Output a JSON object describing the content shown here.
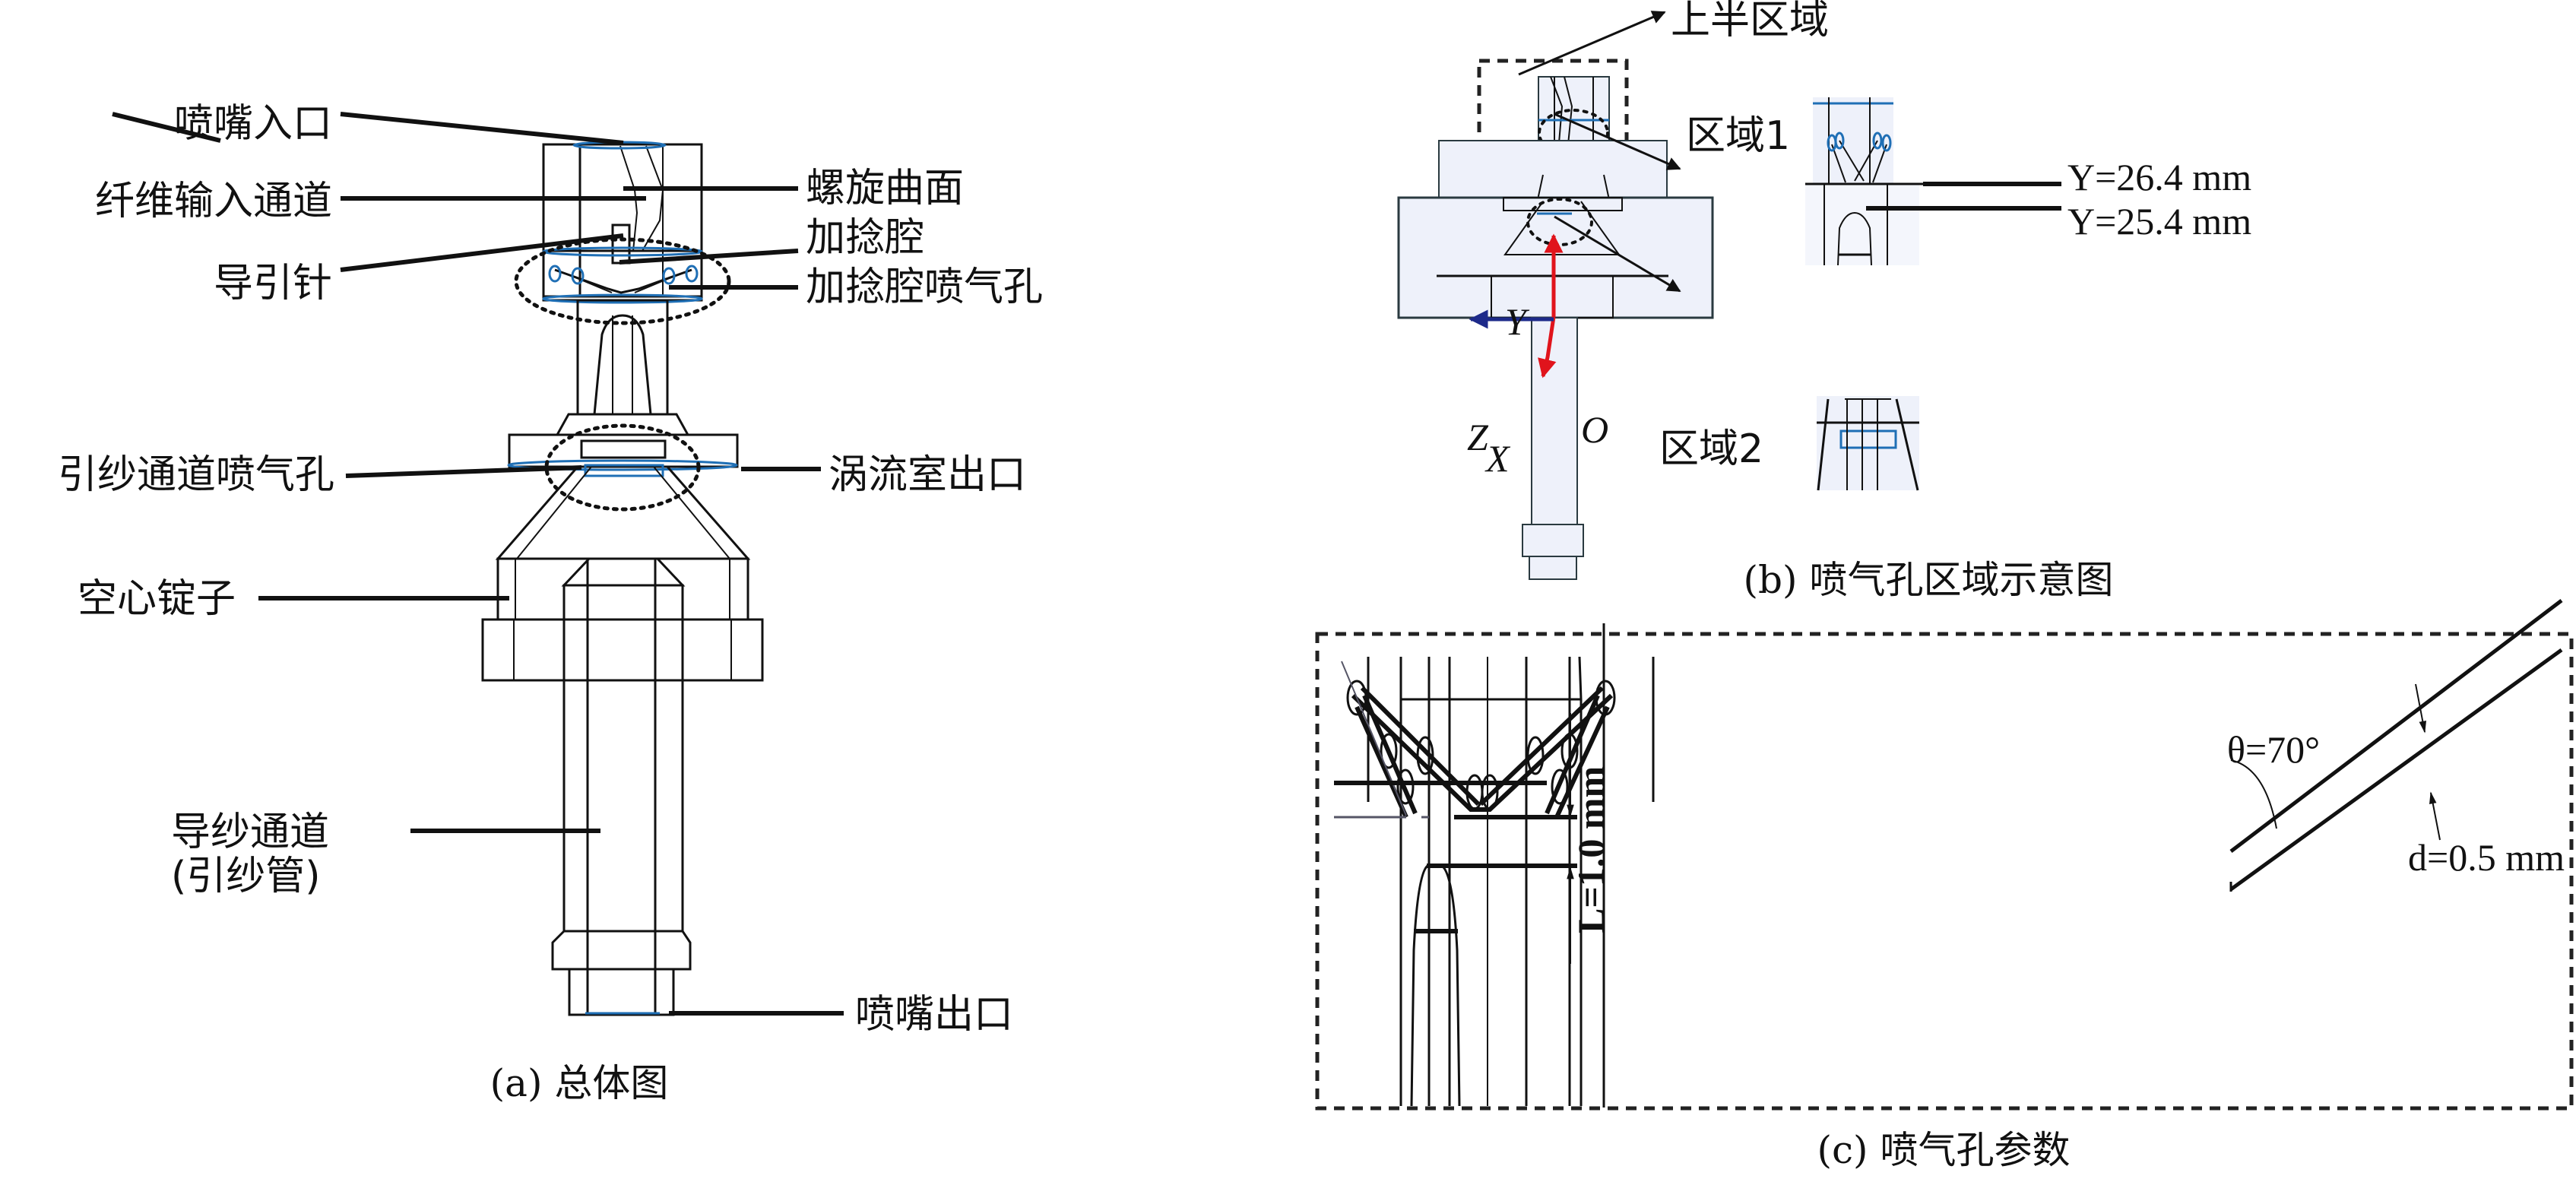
{
  "panel_a": {
    "caption": "(a) 总体图",
    "labels": {
      "nozzle_inlet": "喷嘴入口",
      "fiber_input_channel": "纤维输入通道",
      "guide_needle": "导引针",
      "helical_surface": "螺旋曲面",
      "twisting_chamber": "加捻腔",
      "twisting_chamber_jet_holes": "加捻腔喷气孔",
      "yarn_channel_jet_holes": "引纱通道喷气孔",
      "vortex_chamber_outlet": "涡流室出口",
      "hollow_spindle": "空心锭子",
      "yarn_guide_channel": "导纱通道",
      "yarn_guide_tube": "(引纱管)",
      "nozzle_outlet": "喷嘴出口"
    }
  },
  "panel_b": {
    "caption": "(b) 喷气孔区域示意图",
    "labels": {
      "upper_region": "上半区域",
      "region1": "区域1",
      "region2": "区域2",
      "y_upper": "Y=26.4 mm",
      "y_lower": "Y=25.4 mm"
    },
    "axes": {
      "x": "X",
      "y": "Y",
      "z": "Z",
      "origin": "O"
    },
    "colors": {
      "y_axis": "#e0141c",
      "z_axis": "#1d2a8a",
      "jet_hole": "#1f6fb5"
    }
  },
  "panel_c": {
    "caption": "(c) 喷气孔参数",
    "labels": {
      "length": "L=1.0 mm",
      "angle": "θ=70°",
      "diameter": "d=0.5 mm"
    }
  }
}
